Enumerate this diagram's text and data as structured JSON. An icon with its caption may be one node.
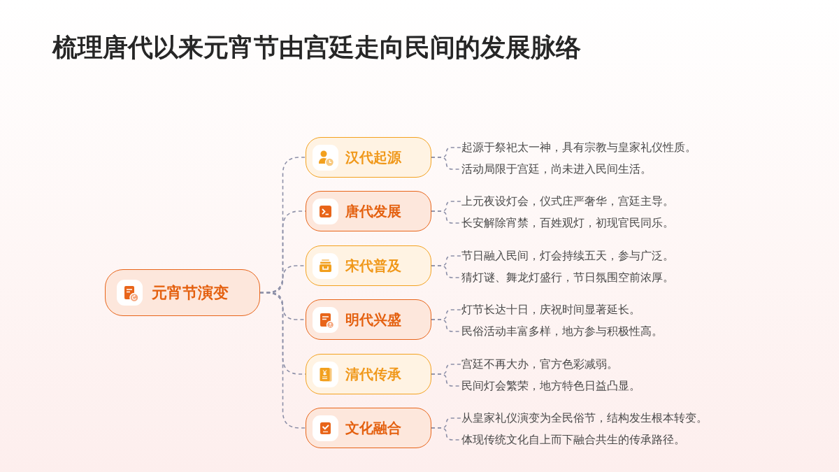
{
  "diagram": {
    "title": "梳理唐代以来元宵节由宫廷走向民间的发展脉络",
    "nodes": [
      {
        "text": [
          "元宵节演变"
        ]
      },
      {
        "text": [
          "汉代起源"
        ]
      },
      {
        "text": [
          "起源于祭祀太一神，具有宗教与皇家礼仪性质。"
        ]
      },
      {
        "text": [
          "活动局限于宫廷，尚未进入民间生活。"
        ]
      },
      {
        "text": [
          "唐代发展"
        ]
      },
      {
        "text": [
          "上元夜设灯会，仪式庄严奢华，宫廷主导。"
        ]
      },
      {
        "text": [
          "长安解除宵禁，百姓观灯，初现官民同乐。"
        ]
      },
      {
        "text": [
          "宋代普及"
        ]
      },
      {
        "text": [
          "节日融入民间，灯会持续五天，参与广泛。"
        ]
      },
      {
        "text": [
          "猜灯谜、舞龙灯盛行，节日氛围空前浓厚。"
        ]
      },
      {
        "text": [
          "明代兴盛"
        ]
      },
      {
        "text": [
          "灯节长达十日，庆祝时间显著延长。"
        ]
      },
      {
        "text": [
          "民俗活动丰富多样，地方参与积极性高。"
        ]
      },
      {
        "text": [
          "清代传承"
        ]
      },
      {
        "text": [
          "宫廷不再大办，官方色彩减弱。"
        ]
      },
      {
        "text": [
          "民间灯会繁荣，地方特色日益凸显。"
        ]
      },
      {
        "text": [
          "文化融合"
        ]
      },
      {
        "text": [
          "从皇家礼仪演变为全民俗节，结构发生根本转变。"
        ]
      },
      {
        "text": [
          "体现传统文化自上而下融合共生的传承路径。"
        ]
      }
    ],
    "edges": [
      {
        "from": 0,
        "to": 1,
        "arrow": "none",
        "style": "dashed"
      },
      {
        "from": 0,
        "to": 4,
        "arrow": "none",
        "style": "dashed"
      },
      {
        "from": 0,
        "to": 7,
        "arrow": "none",
        "style": "dashed"
      },
      {
        "from": 0,
        "to": 10,
        "arrow": "none",
        "style": "dashed"
      },
      {
        "from": 0,
        "to": 13,
        "arrow": "none",
        "style": "dashed"
      },
      {
        "from": 0,
        "to": 16,
        "arrow": "none",
        "style": "dashed"
      },
      {
        "from": 1,
        "to": 2,
        "arrow": "none",
        "style": "dashed"
      },
      {
        "from": 1,
        "to": 3,
        "arrow": "none",
        "style": "dashed"
      },
      {
        "from": 4,
        "to": 5,
        "arrow": "none",
        "style": "dashed"
      },
      {
        "from": 4,
        "to": 6,
        "arrow": "none",
        "style": "dashed"
      },
      {
        "from": 7,
        "to": 8,
        "arrow": "none",
        "style": "dashed"
      },
      {
        "from": 7,
        "to": 9,
        "arrow": "none",
        "style": "dashed"
      },
      {
        "from": 10,
        "to": 11,
        "arrow": "none",
        "style": "dashed"
      },
      {
        "from": 10,
        "to": 12,
        "arrow": "none",
        "style": "dashed"
      },
      {
        "from": 13,
        "to": 14,
        "arrow": "none",
        "style": "dashed"
      },
      {
        "from": 13,
        "to": 15,
        "arrow": "none",
        "style": "dashed"
      },
      {
        "from": 16,
        "to": 17,
        "arrow": "none",
        "style": "dashed"
      },
      {
        "from": 16,
        "to": 18,
        "arrow": "none",
        "style": "dashed"
      }
    ]
  }
}
